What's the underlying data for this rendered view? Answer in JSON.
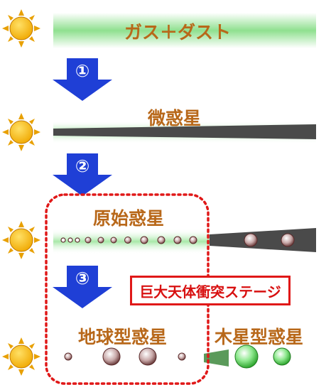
{
  "stages": [
    {
      "label": "ガス＋ダスト"
    },
    {
      "label": "微惑星"
    },
    {
      "label": "原始惑星"
    },
    {
      "label_terrestrial": "地球型惑星",
      "label_jovian": "木星型惑星"
    }
  ],
  "steps": [
    "①",
    "②",
    "③"
  ],
  "callout": "巨大天体衝突ステージ",
  "icons": {
    "sun": "sun-icon",
    "arrow": "down-arrow-icon"
  },
  "colors": {
    "label": "#b8681a",
    "callout": "#e01818",
    "arrow": "#1f3fd6",
    "green": "#3cc43c",
    "sun": "#f5b800",
    "disk": "#4a4a4a"
  }
}
